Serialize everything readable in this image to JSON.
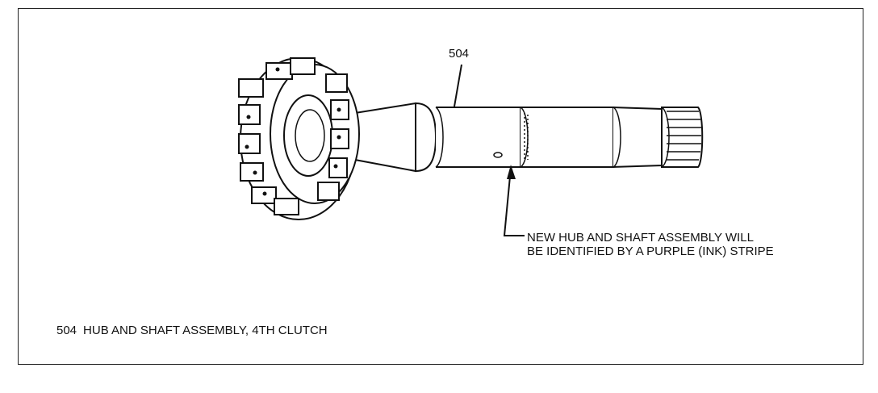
{
  "callout": "504",
  "note": {
    "line1": "NEW HUB AND SHAFT ASSEMBLY WILL",
    "line2": "BE IDENTIFIED BY A PURPLE (INK) STRIPE"
  },
  "caption": {
    "number": "504",
    "text": "HUB AND SHAFT ASSEMBLY, 4TH CLUTCH"
  }
}
